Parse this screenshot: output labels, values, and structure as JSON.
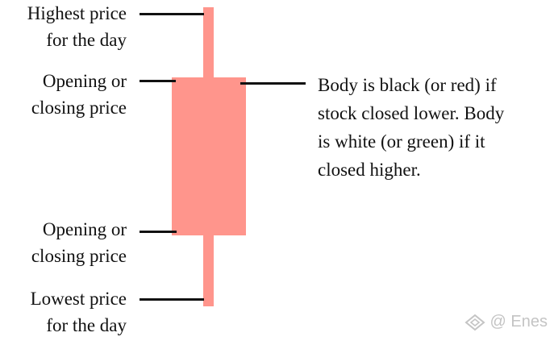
{
  "labels": {
    "high": {
      "line1": "Highest price",
      "line2": "for the day"
    },
    "open_top": {
      "line1": "Opening or",
      "line2": "closing price"
    },
    "open_bottom": {
      "line1": "Opening or",
      "line2": "closing price"
    },
    "low": {
      "line1": "Lowest price",
      "line2": "for the day"
    },
    "body_note": {
      "line1": "Body is black (or red) if",
      "line2": "stock closed lower. Body",
      "line3": "is white (or green) if it",
      "line4": "closed higher."
    }
  },
  "candle": {
    "color": "#ff958c"
  },
  "pointer_color": "#111111",
  "watermark": {
    "text": "@ Enes",
    "icon": "diamond-logo-icon"
  }
}
